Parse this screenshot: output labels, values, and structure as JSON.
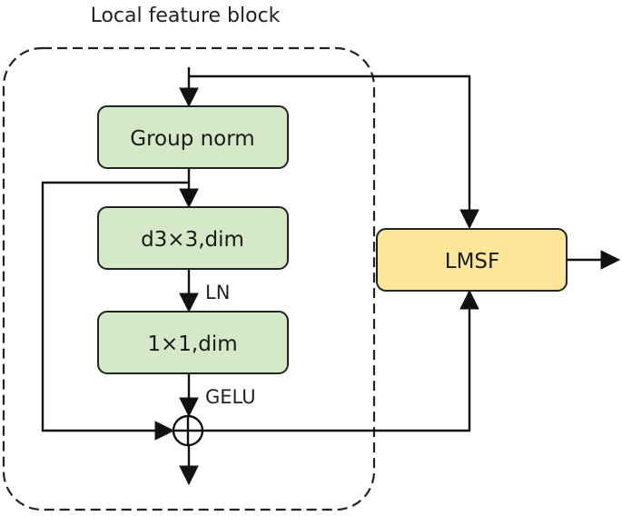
{
  "title": "Local feature block",
  "nodes": {
    "group_norm": "Group norm",
    "dwconv": "d3×3,dim",
    "pwconv": "1×1,dim",
    "lmsf": "LMSF"
  },
  "edge_labels": {
    "ln": "LN",
    "gelu": "GELU"
  },
  "colors": {
    "green_fill": "#d5e8c8",
    "green_stroke": "#222222",
    "yellow_fill": "#ffe699",
    "yellow_stroke": "#222222",
    "line": "#111111"
  }
}
